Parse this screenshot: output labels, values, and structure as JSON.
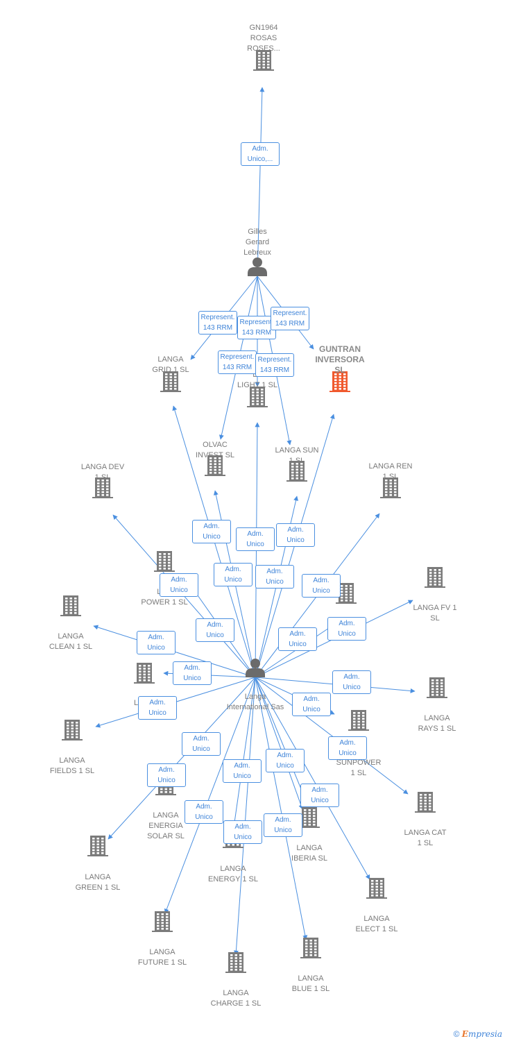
{
  "colors": {
    "edge": "#4a8fe0",
    "company": "#7b7b7b",
    "focus_company": "#f0592d",
    "person": "#6b6b6b"
  },
  "nodes": [
    {
      "id": "gn1964",
      "kind": "company",
      "label": "GN1964\nROSAS\nROSES..."
    },
    {
      "id": "gilles",
      "kind": "person",
      "label": "Gilles\nGerard\nLebreux"
    },
    {
      "id": "langa_grid",
      "kind": "company",
      "label": "LANGA\nGRID 1  SL"
    },
    {
      "id": "langa_light",
      "kind": "company",
      "label": "LA\nLIGHT 1  SL"
    },
    {
      "id": "guntran",
      "kind": "company",
      "focus": true,
      "label": "GUNTRAN\nINVERSORA\nSL"
    },
    {
      "id": "olvac",
      "kind": "company",
      "label": "OLVAC\nINVEST  SL"
    },
    {
      "id": "langa_sun",
      "kind": "company",
      "label": "LANGA SUN\n1  SL"
    },
    {
      "id": "langa_dev",
      "kind": "company",
      "label": "LANGA DEV\n1  SL"
    },
    {
      "id": "langa_ren",
      "kind": "company",
      "label": "LANGA REN\n1  SL"
    },
    {
      "id": "langa_power",
      "kind": "company",
      "label": "LAN\nPOWER 1  SL"
    },
    {
      "id": "langa_fv",
      "kind": "company",
      "label": "LANGA FV 1\nSL"
    },
    {
      "id": "langa_c",
      "kind": "company",
      "label": "C"
    },
    {
      "id": "langa_clean",
      "kind": "company",
      "label": "LANGA\nCLEAN 1  SL"
    },
    {
      "id": "langa_intl",
      "kind": "person",
      "label": "Langa\nInternational Sas"
    },
    {
      "id": "langa_one",
      "kind": "company",
      "label": "LANG\n1"
    },
    {
      "id": "langa_rays",
      "kind": "company",
      "label": "LANGA\nRAYS 1  SL"
    },
    {
      "id": "langa_fields",
      "kind": "company",
      "label": "LANGA\nFIELDS 1  SL"
    },
    {
      "id": "langa_sunpower",
      "kind": "company",
      "label": "A\nSUNPOWER\n1  SL"
    },
    {
      "id": "langa_energia",
      "kind": "company",
      "label": "LANGA\nENERGIA\nSOLAR  SL"
    },
    {
      "id": "langa_cat",
      "kind": "company",
      "label": "LANGA CAT\n1  SL"
    },
    {
      "id": "langa_green",
      "kind": "company",
      "label": "LANGA\nGREEN 1  SL"
    },
    {
      "id": "langa_energy",
      "kind": "company",
      "label": "LANGA\nENERGY 1  SL"
    },
    {
      "id": "langa_iberia",
      "kind": "company",
      "label": "LANGA\nIBERIA  SL"
    },
    {
      "id": "langa_elect",
      "kind": "company",
      "label": "LANGA\nELECT 1  SL"
    },
    {
      "id": "langa_future",
      "kind": "company",
      "label": "LANGA\nFUTURE 1  SL"
    },
    {
      "id": "langa_blue",
      "kind": "company",
      "label": "LANGA\nBLUE 1  SL"
    },
    {
      "id": "langa_charge",
      "kind": "company",
      "label": "LANGA\nCHARGE 1  SL"
    }
  ],
  "edges": [
    {
      "from": "gilles",
      "to": "gn1964",
      "label": "Adm.\nUnico,..."
    },
    {
      "from": "gilles",
      "to": "langa_grid",
      "label": "Represent.\n143 RRM"
    },
    {
      "from": "gilles",
      "to": "langa_light",
      "label": "Represent.\n143 RRM"
    },
    {
      "from": "gilles",
      "to": "guntran",
      "label": "Represent.\n143 RRM"
    },
    {
      "from": "gilles",
      "to": "olvac",
      "label": "Represent.\n143 RRM"
    },
    {
      "from": "gilles",
      "to": "langa_sun",
      "label": "Represent.\n143 RRM"
    },
    {
      "from": "langa_intl",
      "to": "langa_grid",
      "label": "Adm.\nUnico"
    },
    {
      "from": "langa_intl",
      "to": "olvac",
      "label": "Adm.\nUnico"
    },
    {
      "from": "langa_intl",
      "to": "langa_light",
      "label": "Adm.\nUnico"
    },
    {
      "from": "langa_intl",
      "to": "langa_sun",
      "label": "Adm.\nUnico"
    },
    {
      "from": "langa_intl",
      "to": "guntran",
      "label": "Adm.\nUnico"
    },
    {
      "from": "langa_intl",
      "to": "langa_dev",
      "label": "Adm.\nUnico"
    },
    {
      "from": "langa_intl",
      "to": "langa_power",
      "label": "Adm.\nUnico"
    },
    {
      "from": "langa_intl",
      "to": "langa_ren",
      "label": "Adm.\nUnico"
    },
    {
      "from": "langa_intl",
      "to": "langa_fv",
      "label": "Adm.\nUnico"
    },
    {
      "from": "langa_intl",
      "to": "langa_c",
      "label": "Adm.\nUnico"
    },
    {
      "from": "langa_intl",
      "to": "langa_clean",
      "label": "Adm.\nUnico"
    },
    {
      "from": "langa_intl",
      "to": "langa_one",
      "label": "Adm.\nUnico"
    },
    {
      "from": "langa_intl",
      "to": "langa_fields",
      "label": "Adm.\nUnico"
    },
    {
      "from": "langa_intl",
      "to": "langa_rays",
      "label": "Adm.\nUnico"
    },
    {
      "from": "langa_intl",
      "to": "langa_sunpower",
      "label": "Adm.\nUnico"
    },
    {
      "from": "langa_intl",
      "to": "langa_cat",
      "label": "Adm.\nUnico"
    },
    {
      "from": "langa_intl",
      "to": "langa_energia",
      "label": "Adm.\nUnico"
    },
    {
      "from": "langa_intl",
      "to": "langa_green",
      "label": "Adm.\nUnico"
    },
    {
      "from": "langa_intl",
      "to": "langa_energy",
      "label": "Adm.\nUnico"
    },
    {
      "from": "langa_intl",
      "to": "langa_iberia",
      "label": "Adm.\nUnico"
    },
    {
      "from": "langa_intl",
      "to": "langa_elect",
      "label": "Adm.\nUnico"
    },
    {
      "from": "langa_intl",
      "to": "langa_future",
      "label": "Adm.\nUnico"
    },
    {
      "from": "langa_intl",
      "to": "langa_blue",
      "label": "Adm.\nUnico"
    },
    {
      "from": "langa_intl",
      "to": "langa_charge",
      "label": "Adm.\nUnico"
    }
  ],
  "footer": {
    "copyright": "©",
    "brand_initial": "E",
    "brand_rest": "mpresia"
  }
}
